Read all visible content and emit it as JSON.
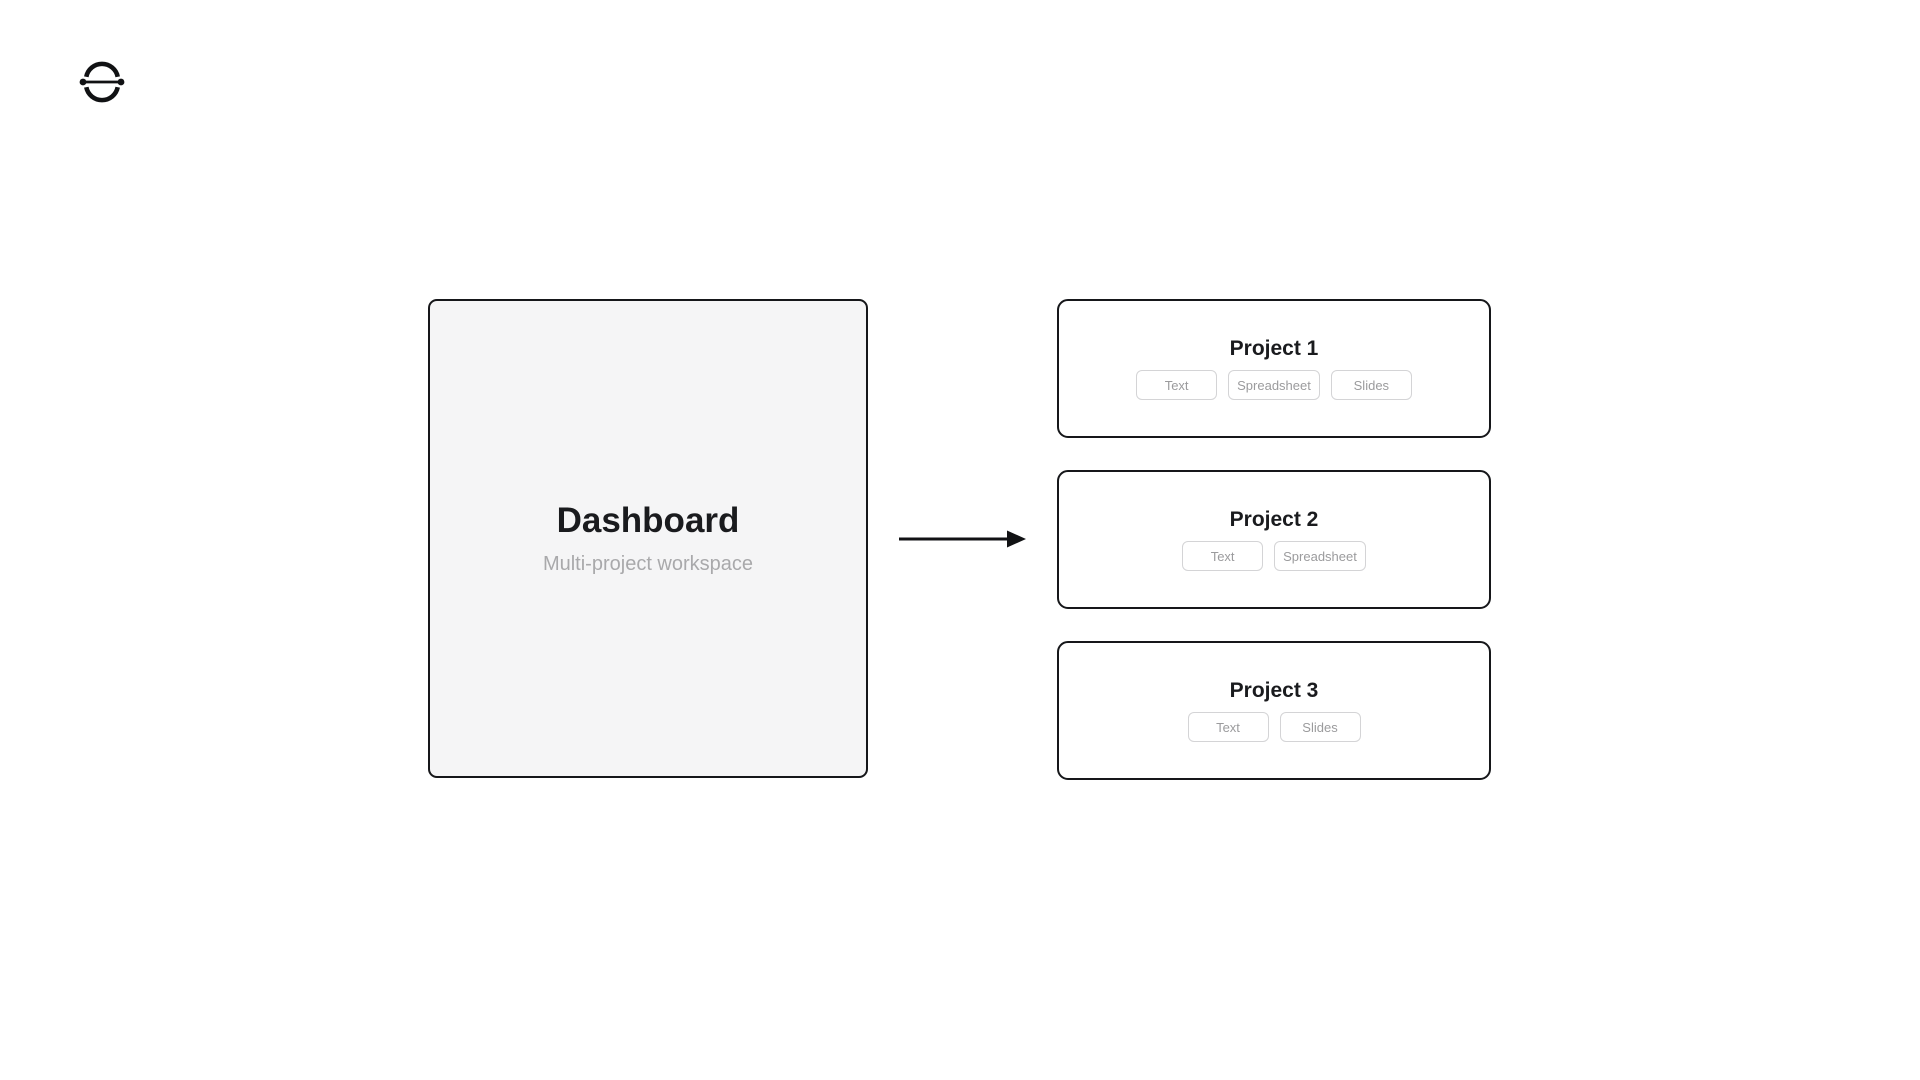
{
  "brand": {
    "logo_icon": "circle-with-node-link-logo"
  },
  "dashboard": {
    "title": "Dashboard",
    "subtitle": "Multi-project workspace"
  },
  "flow": {
    "arrow_icon": "right-arrow"
  },
  "projects": [
    {
      "title": "Project 1",
      "documents": [
        "Text",
        "Spreadsheet",
        "Slides"
      ]
    },
    {
      "title": "Project 2",
      "documents": [
        "Text",
        "Spreadsheet"
      ]
    },
    {
      "title": "Project 3",
      "documents": [
        "Text",
        "Slides"
      ]
    }
  ],
  "colors": {
    "background": "#ffffff",
    "panel_fill": "#f5f5f6",
    "outline": "#16171a",
    "title_text": "#1a1b1e",
    "subtitle_text": "#a9a9ab",
    "button_border": "#d4d4d6",
    "button_text": "#9b9b9d"
  }
}
